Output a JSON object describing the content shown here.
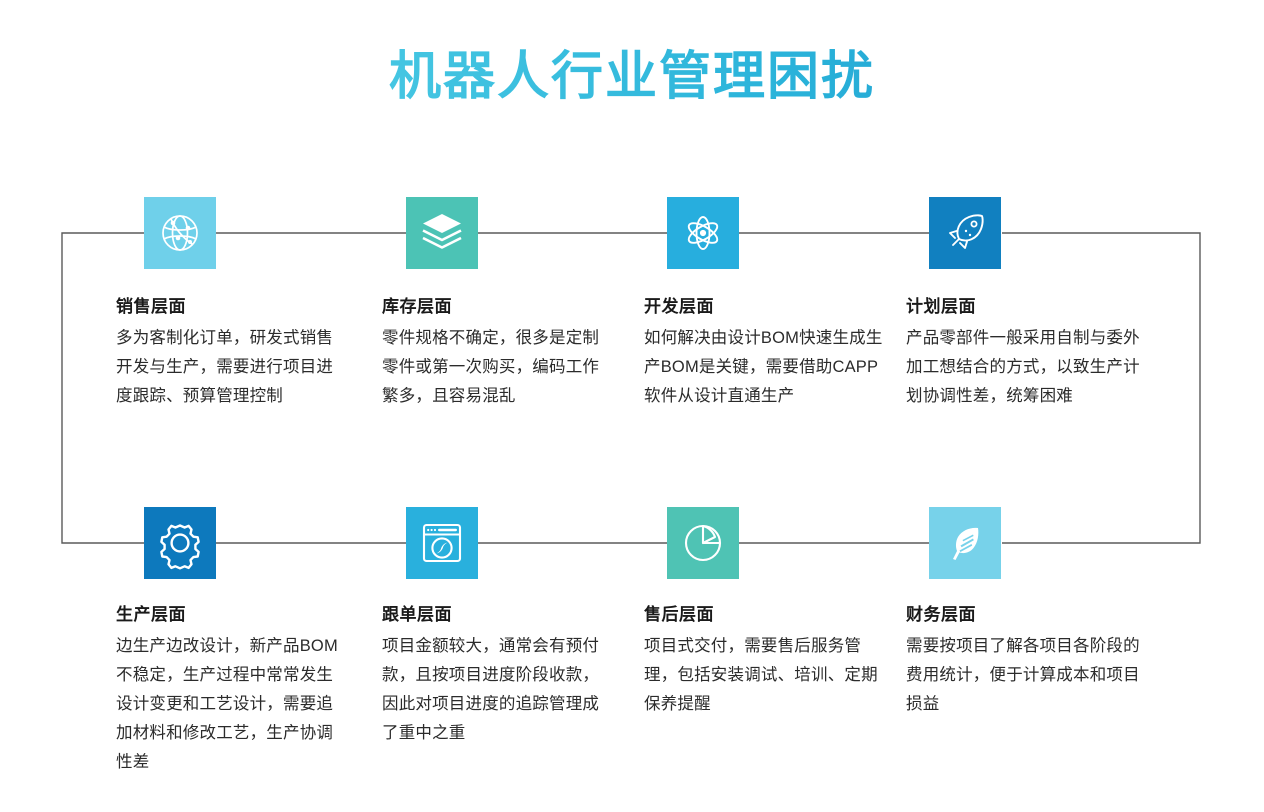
{
  "page": {
    "title": "机器人行业管理困扰",
    "background": "#ffffff",
    "title_gradient_from": "#58cfe8",
    "title_gradient_to": "#1a8fc8",
    "connector_color": "#5a5a5a"
  },
  "items": [
    {
      "icon": "globe-network-icon",
      "tile_color": "#6fd0ea",
      "heading": "销售层面",
      "body": "多为客制化订单，研发式销售开发与生产，需要进行项目进度跟踪、预算管理控制"
    },
    {
      "icon": "layers-stack-icon",
      "tile_color": "#4cc3b5",
      "heading": "库存层面",
      "body": "零件规格不确定，很多是定制零件或第一次购买，编码工作繁多，且容易混乱"
    },
    {
      "icon": "atom-molecule-icon",
      "tile_color": "#27aede",
      "heading": "开发层面",
      "body": "如何解决由设计BOM快速生成生产BOM是关键，需要借助CAPP软件从设计直通生产"
    },
    {
      "icon": "rocket-icon",
      "tile_color": "#1180c0",
      "heading": "计划层面",
      "body": "产品零部件一般采用自制与委外加工想结合的方式，以致生产计划协调性差，统筹困难"
    },
    {
      "icon": "gear-icon",
      "tile_color": "#0d79bd",
      "heading": "生产层面",
      "body": "边生产边改设计，新产品BOM不稳定，生产过程中常常发生设计变更和工艺设计，需要追加材料和修改工艺，生产协调性差"
    },
    {
      "icon": "browser-compass-icon",
      "tile_color": "#29b0dd",
      "heading": "跟单层面",
      "body": "项目金额较大，通常会有预付款，且按项目进度阶段收款，因此对项目进度的追踪管理成了重中之重"
    },
    {
      "icon": "pie-chart-icon",
      "tile_color": "#4fc3b4",
      "heading": "售后层面",
      "body": "项目式交付，需要售后服务管理，包括安装调试、培训、定期保养提醒"
    },
    {
      "icon": "feather-quill-icon",
      "tile_color": "#77d2ea",
      "heading": "财务层面",
      "body": "需要按项目了解各项目各阶段的费用统计，便于计算成本和项目损益"
    }
  ]
}
